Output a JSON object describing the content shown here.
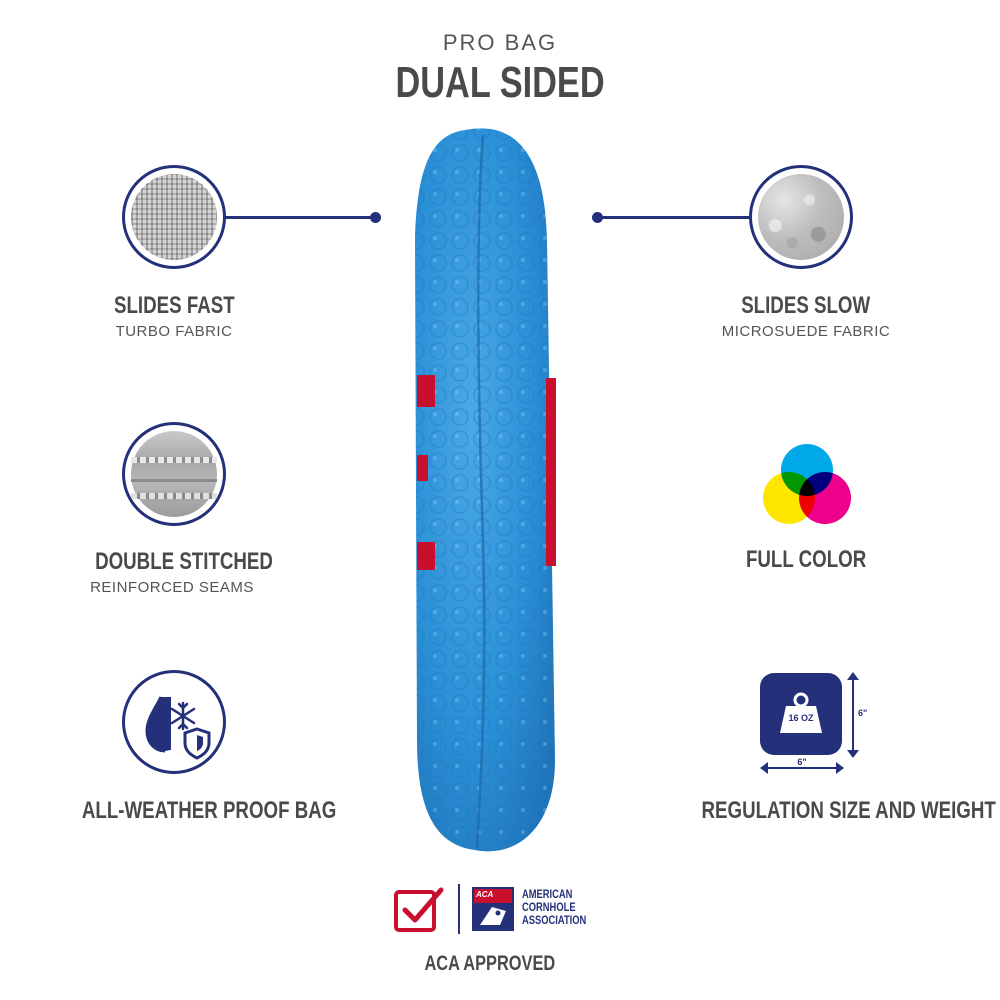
{
  "header": {
    "kicker": "PRO BAG",
    "title": "DUAL SIDED"
  },
  "features": {
    "slides_fast": {
      "title": "SLIDES FAST",
      "subtitle": "TURBO FABRIC"
    },
    "slides_slow": {
      "title": "SLIDES SLOW",
      "subtitle": "MICROSUEDE FABRIC"
    },
    "double_stitched": {
      "title": "DOUBLE STITCHED",
      "subtitle": "REINFORCED SEAMS"
    },
    "full_color": {
      "title": "FULL COLOR"
    },
    "weather_proof": {
      "title": "ALL-WEATHER PROOF BAG"
    },
    "regulation": {
      "title": "REGULATION SIZE AND WEIGHT",
      "weight_label": "16 OZ",
      "width_label": "6\"",
      "height_label": "6\""
    }
  },
  "footer": {
    "aca_badge": "ACA",
    "aca_name_line1": "AMERICAN",
    "aca_name_line2": "CORNHOLE",
    "aca_name_line3": "ASSOCIATION",
    "approved_label": "ACA APPROVED"
  },
  "colors": {
    "navy": "#24317a",
    "bag_blue": "#2a8fd6",
    "accent_red": "#c8102e",
    "text_gray": "#4a4a4a"
  }
}
